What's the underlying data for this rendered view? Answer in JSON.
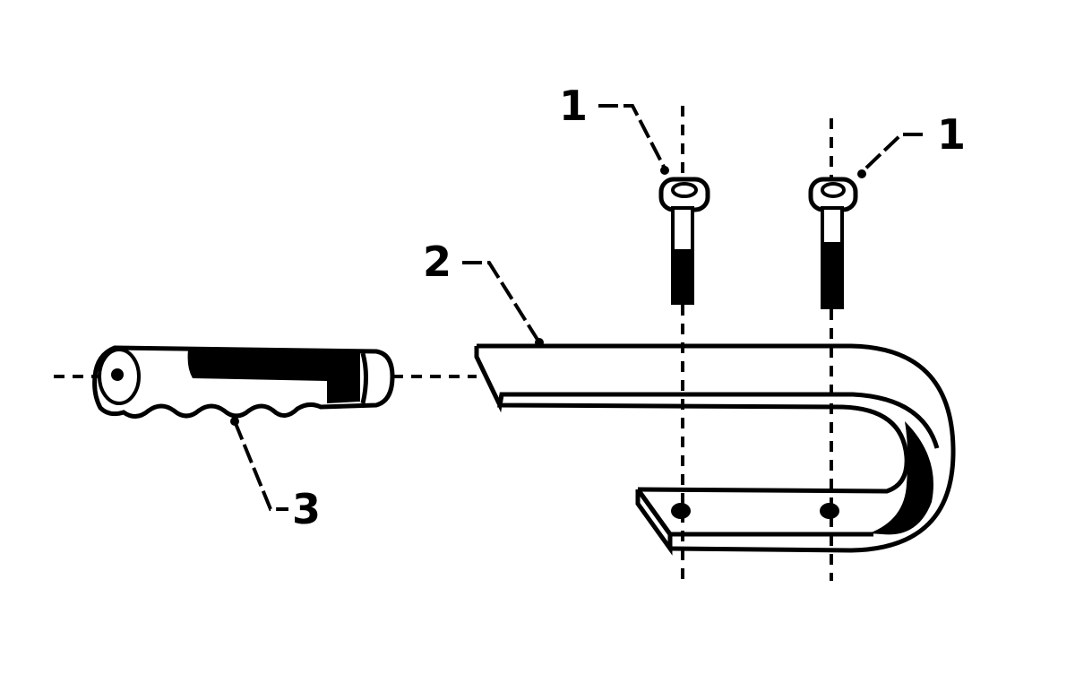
{
  "callouts": [
    {
      "id": "bolt-left",
      "label": "1"
    },
    {
      "id": "bolt-right",
      "label": "1"
    },
    {
      "id": "bracket",
      "label": "2"
    },
    {
      "id": "grip",
      "label": "3"
    }
  ],
  "colors": {
    "ink": "#000000",
    "background": "#ffffff"
  }
}
